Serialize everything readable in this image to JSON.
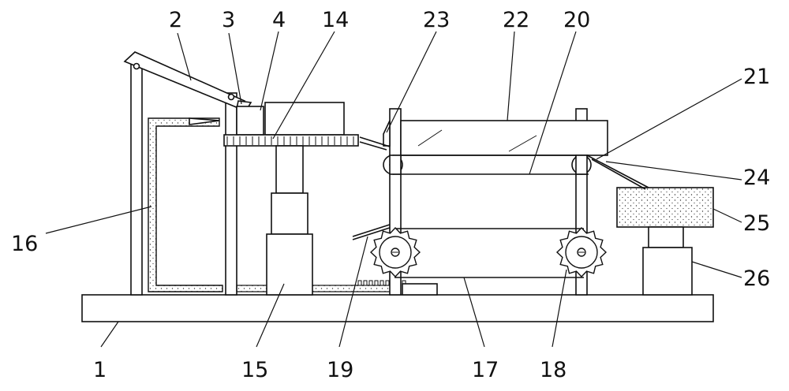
{
  "labels": {
    "l1": "1",
    "l2": "2",
    "l3": "3",
    "l4": "4",
    "l14": "14",
    "l23": "23",
    "l22": "22",
    "l20": "20",
    "l21": "21",
    "l24": "24",
    "l25": "25",
    "l26": "26",
    "l16": "16",
    "l15": "15",
    "l19": "19",
    "l17": "17",
    "l18": "18"
  }
}
